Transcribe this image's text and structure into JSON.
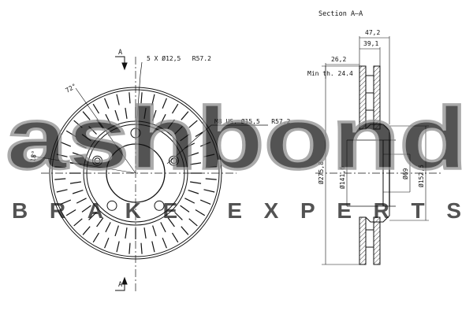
{
  "watermark": {
    "brand": "ashbond",
    "tagline": "BRAKE EXPERTS"
  },
  "front_view": {
    "section_marker_top": "A",
    "section_marker_bottom": "A",
    "hole_callout": "5 X Ø12,5   R57.2",
    "angle_a": "72°",
    "angle_b": "18°",
    "thread_callout": "M8 US. Ø15,5   R57.2"
  },
  "section_view": {
    "title": "Section A–A",
    "overall_width": "47,2",
    "hat_depth": "39,1",
    "disc_thickness": "26,2",
    "min_thickness": "Min th. 24.4",
    "outer_diameter": "Ø275,8",
    "center_bore": "Ø141,6",
    "hub_bore": "Ø69",
    "hat_diameter": "Ø152,5"
  }
}
